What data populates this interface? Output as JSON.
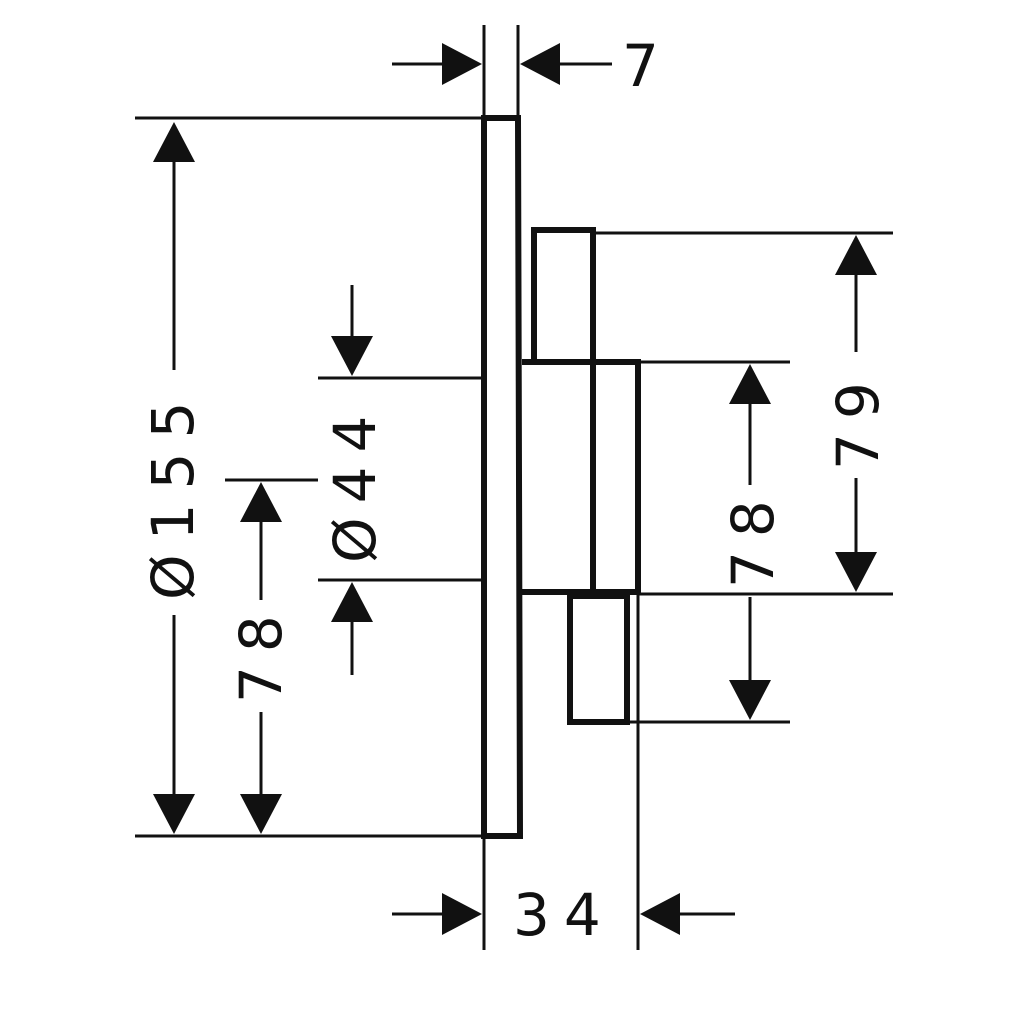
{
  "dimensions": {
    "panel_thickness": "7",
    "panel_diameter": "Ø155",
    "hub_diameter": "Ø44",
    "left_offset": "78",
    "right_offset": "78",
    "upper_height": "79",
    "depth": "34"
  },
  "colors": {
    "ink": "#111111",
    "background": "#ffffff"
  }
}
